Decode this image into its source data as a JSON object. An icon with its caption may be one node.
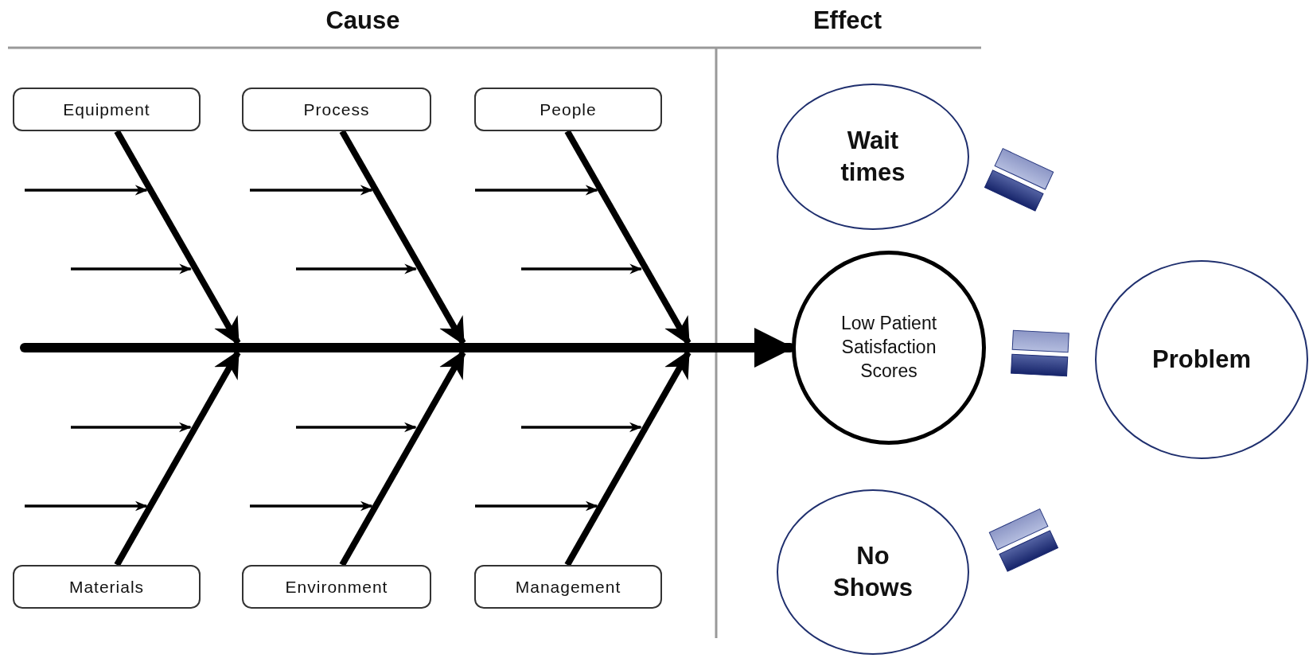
{
  "diagram": {
    "nodes": [
      {
        "text": [
          "Equipment"
        ]
      },
      {
        "text": [
          "Process"
        ]
      },
      {
        "text": [
          "People"
        ]
      },
      {
        "text": [
          "Materials"
        ]
      },
      {
        "text": [
          "Environment"
        ]
      },
      {
        "text": [
          "Management"
        ]
      },
      {
        "text": [
          "Low Patient Satisfaction Scores"
        ]
      },
      {
        "text": [
          "Wait times"
        ]
      },
      {
        "text": [
          "Problem"
        ]
      },
      {
        "text": [
          "No Shows"
        ]
      }
    ],
    "edges": [
      {
        "from": 0,
        "to": 6,
        "arrow": "to"
      },
      {
        "from": 1,
        "to": 6,
        "arrow": "to"
      },
      {
        "from": 2,
        "to": 6,
        "arrow": "to"
      },
      {
        "from": 3,
        "to": 6,
        "arrow": "to"
      },
      {
        "from": 4,
        "to": 6,
        "arrow": "to"
      },
      {
        "from": 5,
        "to": 6,
        "arrow": "to"
      }
    ],
    "labels": [
      "Cause",
      "Effect"
    ]
  }
}
